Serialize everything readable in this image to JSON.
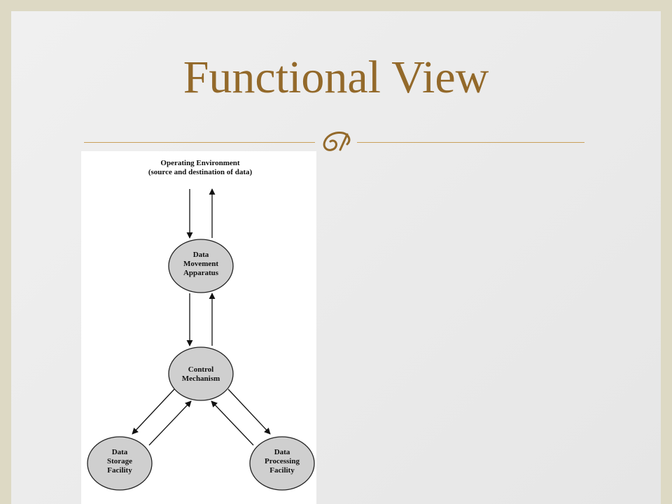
{
  "slide": {
    "title": "Functional View"
  },
  "colors": {
    "background": "#ddd9c4",
    "slide": "#ececec",
    "title": "#93692a",
    "rule": "#c9a05a",
    "node_fill": "#cfcfcf"
  },
  "icons": {
    "ornament": "fleuron-ornament-icon"
  },
  "diagram": {
    "environment": {
      "line1": "Operating Environment",
      "line2": "(source and destination of data)"
    },
    "nodes": {
      "movement": {
        "line1": "Data",
        "line2": "Movement",
        "line3": "Apparatus"
      },
      "control": {
        "line1": "Control",
        "line2": "Mechanism"
      },
      "storage": {
        "line1": "Data",
        "line2": "Storage",
        "line3": "Facility"
      },
      "processing": {
        "line1": "Data",
        "line2": "Processing",
        "line3": "Facility"
      }
    }
  }
}
